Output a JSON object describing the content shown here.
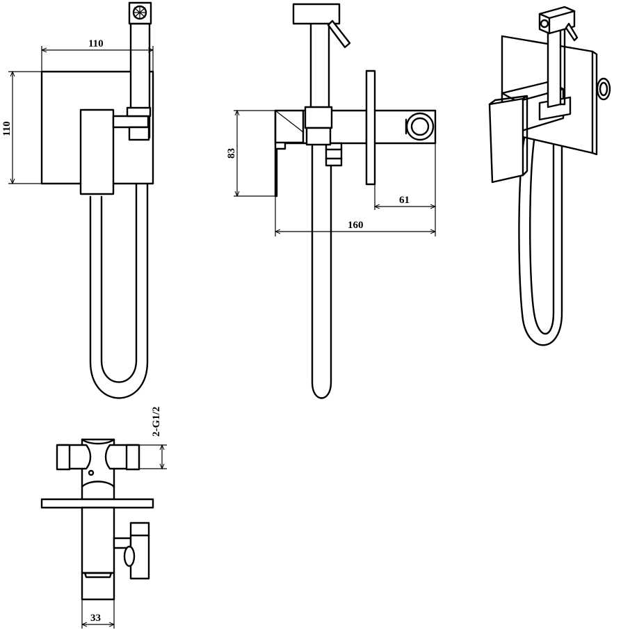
{
  "dimensions": {
    "front_width": "110",
    "front_height": "110",
    "side_height": "83",
    "side_depth": "61",
    "side_total": "160",
    "thread": "2-G1/2",
    "valve_width": "33"
  }
}
